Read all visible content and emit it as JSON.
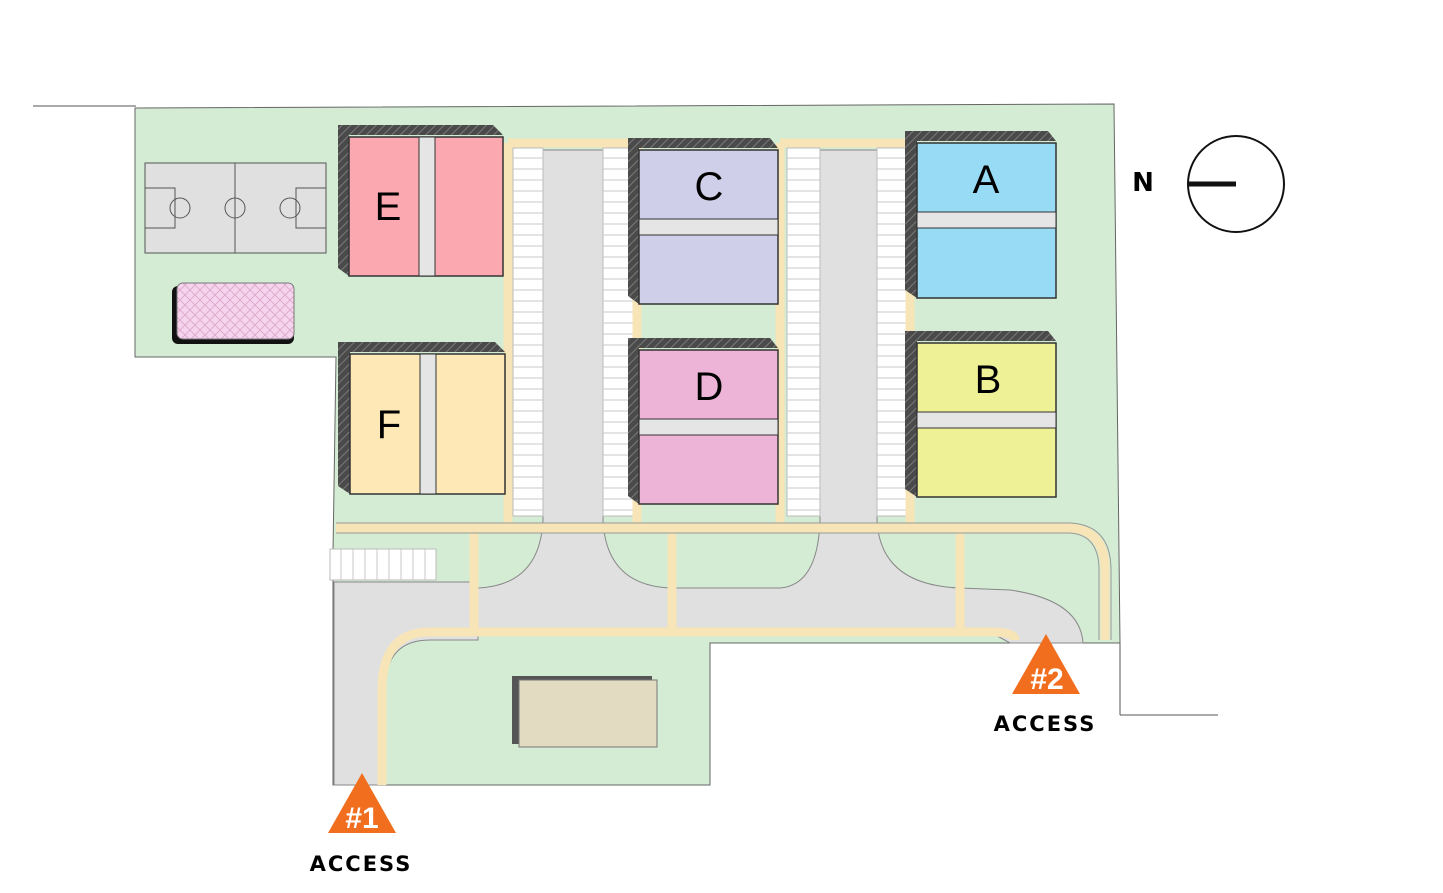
{
  "buildings": [
    {
      "id": "A",
      "label": "A",
      "color": "#97dbf5"
    },
    {
      "id": "B",
      "label": "B",
      "color": "#eef196"
    },
    {
      "id": "C",
      "label": "C",
      "color": "#cfcfe9"
    },
    {
      "id": "D",
      "label": "D",
      "color": "#edb4d7"
    },
    {
      "id": "E",
      "label": "E",
      "color": "#fba8b0"
    },
    {
      "id": "F",
      "label": "F",
      "color": "#fde8b6"
    }
  ],
  "north_arrow": {
    "label": "N"
  },
  "access_points": [
    {
      "number": "#1",
      "label": "ACCESS",
      "color": "#f26e1f"
    },
    {
      "number": "#2",
      "label": "ACCESS",
      "color": "#f26e1f"
    }
  ],
  "colors": {
    "lawn": "#d3ecd3",
    "road": "#e0e0e0",
    "sidewalk": "#f7e5b7",
    "court": "#e0e0e0",
    "pool": "#f7d4ee",
    "shed": "#e3dbc1",
    "shadow": "#555555"
  }
}
